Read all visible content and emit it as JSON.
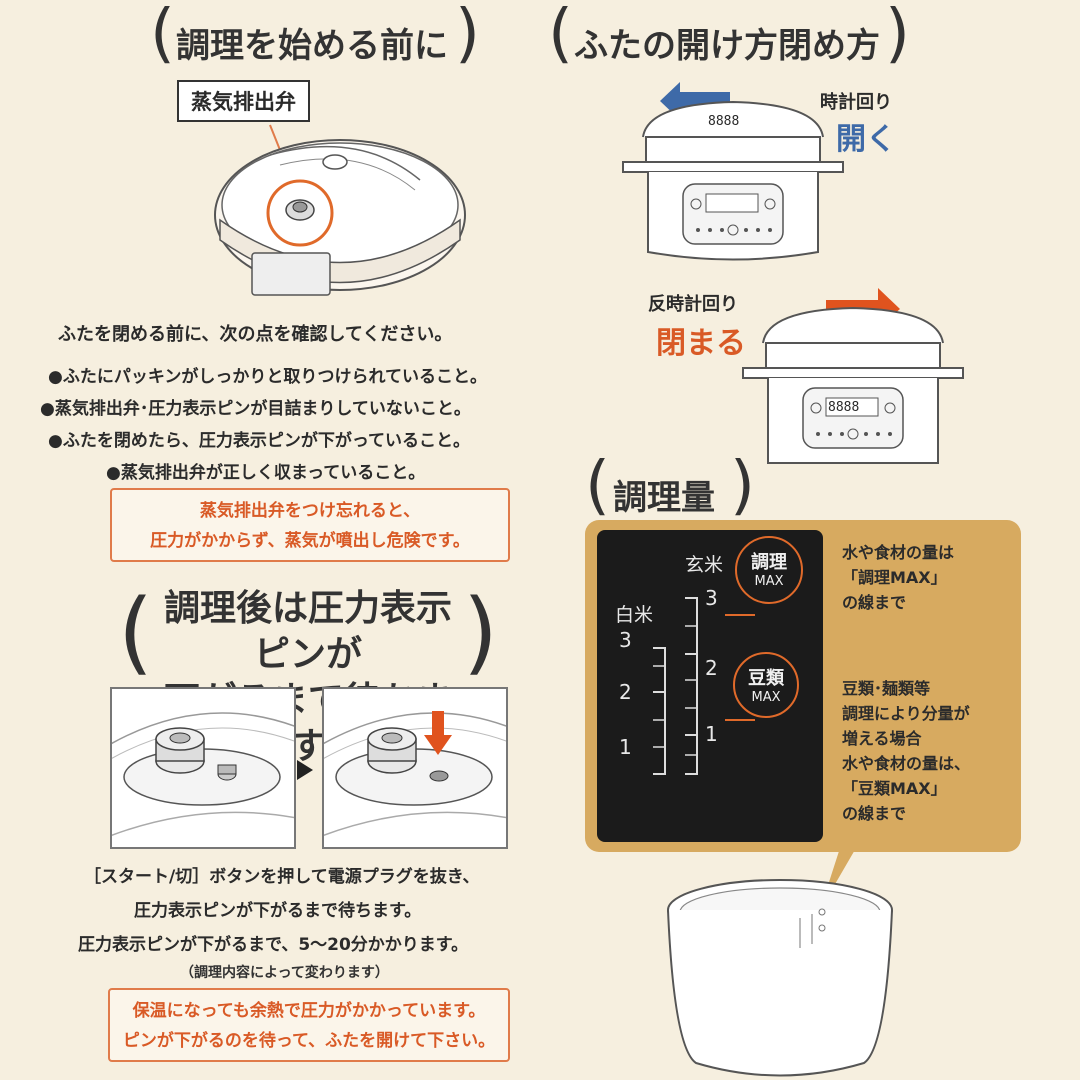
{
  "sec1": {
    "title": "調理を始める前に",
    "valve_label": "蒸気排出弁",
    "intro": "ふたを閉める前に、次の点を確認してください。",
    "bullets": [
      "●ふたにパッキンがしっかりと取りつけられていること。",
      "●蒸気排出弁･圧力表示ピンが目詰まりしていないこと。",
      "●ふたを閉めたら、圧力表示ピンが下がっていること。",
      "●蒸気排出弁が正しく収まっていること。"
    ],
    "warning": [
      "蒸気排出弁をつけ忘れると、",
      "圧力がかからず、蒸気が噴出し危険です。"
    ]
  },
  "sec2": {
    "title": [
      "調理後は圧力表示ピンが",
      "下がるまで待ちます"
    ],
    "body": [
      "［スタート/切］ボタンを押して電源プラグを抜き、",
      "圧力表示ピンが下がるまで待ちます。",
      "圧力表示ピンが下がるまで、5～20分かかります。"
    ],
    "note": "（調理内容によって変わります）",
    "warning": [
      "保温になっても余熱で圧力がかかっています。",
      "ピンが下がるのを待って、ふたを開けて下さい。"
    ]
  },
  "sec3": {
    "title": "ふたの開け方閉め方",
    "open_dir": "時計回り",
    "open_label": "開く",
    "close_dir": "反時計回り",
    "close_label": "閉まる",
    "display": "8888"
  },
  "sec4": {
    "title": "調理量",
    "scale": {
      "genmai_label": "玄米",
      "hakumai_label": "白米",
      "genmai_ticks": [
        "3",
        "2",
        "1"
      ],
      "hakumai_ticks": [
        "3",
        "2",
        "1"
      ],
      "badge1": [
        "調理",
        "MAX"
      ],
      "badge2": [
        "豆類",
        "MAX"
      ]
    },
    "text1": [
      "水や食材の量は",
      "「調理MAX」",
      "の線まで"
    ],
    "text2": [
      "豆類･麺類等",
      "調理により分量が",
      "増える場合",
      "水や食材の量は、",
      "「豆類MAX」",
      "の線まで"
    ]
  },
  "colors": {
    "accent_orange": "#d95a26",
    "accent_blue": "#3e6aa8",
    "panel_gold": "#d7aa60"
  }
}
